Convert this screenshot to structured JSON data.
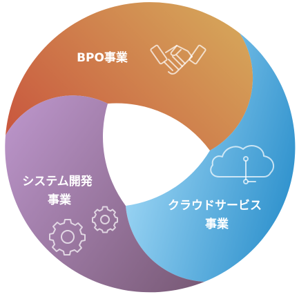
{
  "diagram": {
    "segments": [
      {
        "id": "bpo",
        "label_lines": [
          "BPO事業"
        ],
        "icon": "handshake-icon",
        "color_start": "#c9593f",
        "color_end": "#d2a458"
      },
      {
        "id": "cloud",
        "label_lines": [
          "クラウドサービス",
          "事業"
        ],
        "icon": "cloud-network-icon",
        "color_start": "#9ad6f7",
        "color_end": "#2f93cf"
      },
      {
        "id": "system",
        "label_lines": [
          "システム開発",
          "事業"
        ],
        "icon": "gears-icon",
        "color_start": "#b58fc3",
        "color_end": "#7e5d7c"
      }
    ]
  }
}
